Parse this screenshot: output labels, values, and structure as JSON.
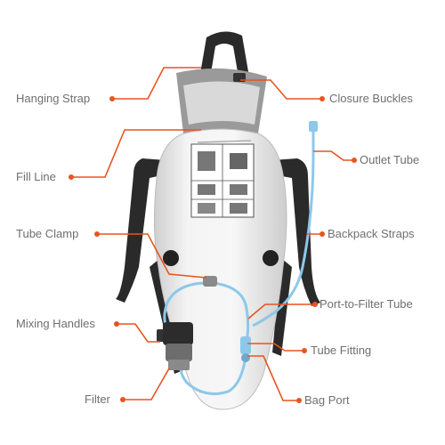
{
  "labels": {
    "hanging_strap": "Hanging Strap",
    "fill_line": "Fill Line",
    "tube_clamp": "Tube Clamp",
    "mixing_handles": "Mixing Handles",
    "filter": "Filter",
    "closure_buckles": "Closure Buckles",
    "outlet_tube": "Outlet Tube",
    "backpack_straps": "Backpack Straps",
    "port_to_filter_tube": "Port-to-Filter Tube",
    "tube_fitting": "Tube Fitting",
    "bag_port": "Bag Port"
  },
  "colors": {
    "leader": "#e8541f",
    "label_text": "#6f6f6f",
    "bag_body": "#eeeeee",
    "strap": "#2a2a2a",
    "tube": "#8cc8ea"
  }
}
